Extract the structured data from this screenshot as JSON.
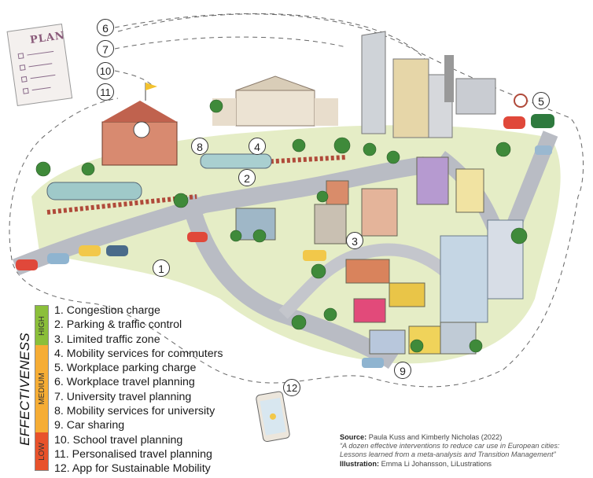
{
  "plan_note": {
    "title": "PLAN"
  },
  "markers": [
    "1",
    "2",
    "3",
    "4",
    "5",
    "6",
    "7",
    "8",
    "9",
    "10",
    "11",
    "12"
  ],
  "legend": {
    "axis_label": "EFFECTIVENESS",
    "levels": [
      {
        "label": "HIGH",
        "color": "#8bbf3a"
      },
      {
        "label": "MEDIUM",
        "color": "#f6ad35"
      },
      {
        "label": "LOW",
        "color": "#e8522b"
      }
    ],
    "items": [
      "1. Congestion charge",
      "2. Parking & traffic control",
      "3. Limited traffic zone",
      "4. Mobility services for commuters",
      "5. Workplace parking charge",
      "6. Workplace travel planning",
      "7. University travel planning",
      "8. Mobility services for university",
      "9. Car sharing",
      "10. School travel planning",
      "11. Personalised travel planning",
      "12. App for Sustainable Mobility"
    ]
  },
  "source": {
    "source_label": "Source:",
    "source_text": "Paula Kuss and Kimberly Nicholas (2022)",
    "title_line1": "“A dozen effective interventions to reduce car use in European cities:",
    "title_line2": "Lessons learned from a meta-analysis and Transition Management”",
    "illustration_label": "Illustration:",
    "illustration_text": "Emma Li Johansson, LiLustrations"
  }
}
